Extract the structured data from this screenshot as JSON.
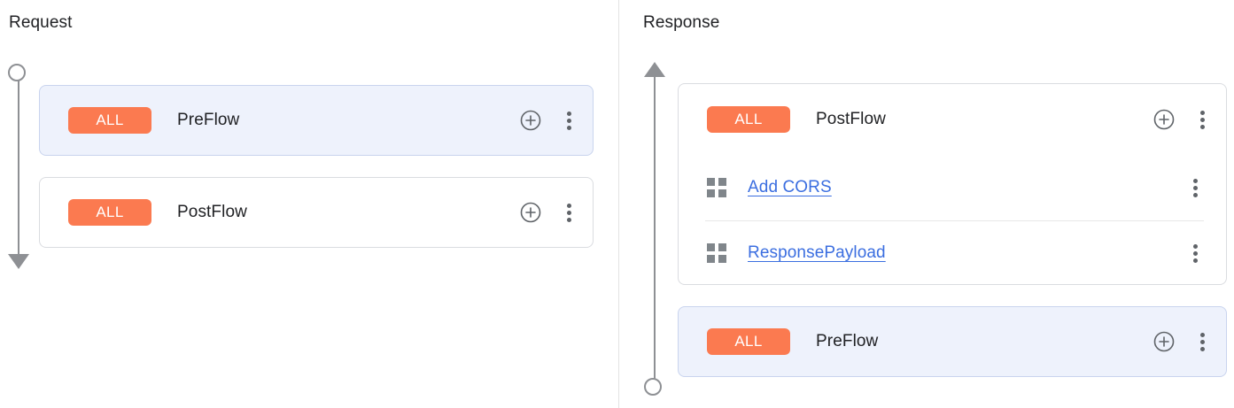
{
  "editor": {
    "panels": [
      {
        "id": "request",
        "title": "Request",
        "rail": {
          "start_icon": "circle-endpoint",
          "end_icon": "arrow-down-icon"
        },
        "cards": [
          {
            "name": "PreFlow",
            "badge": "ALL",
            "selected": true,
            "add_label": "add-policy-icon",
            "menu_label": "more-options-icon",
            "policies": []
          },
          {
            "name": "PostFlow",
            "badge": "ALL",
            "selected": false,
            "add_label": "add-policy-icon",
            "menu_label": "more-options-icon",
            "policies": []
          }
        ]
      },
      {
        "id": "response",
        "title": "Response",
        "rail": {
          "start_icon": "arrow-up-icon",
          "end_icon": "circle-endpoint"
        },
        "cards": [
          {
            "name": "PostFlow",
            "badge": "ALL",
            "selected": false,
            "add_label": "add-policy-icon",
            "menu_label": "more-options-icon",
            "policies": [
              {
                "label": "Add CORS",
                "icon": "policy-grid-icon",
                "menu": "more-options-icon"
              },
              {
                "label": "ResponsePayload",
                "icon": "policy-grid-icon",
                "menu": "more-options-icon"
              }
            ]
          },
          {
            "name": "PreFlow",
            "badge": "ALL",
            "selected": true,
            "add_label": "add-policy-icon",
            "menu_label": "more-options-icon",
            "policies": []
          }
        ]
      }
    ]
  },
  "colors": {
    "badge_background": "#fb7a50",
    "badge_text": "#ffffff",
    "selected_card_background": "#eef2fc",
    "selected_card_border": "#c9d4ee",
    "card_border": "#dadce0",
    "link": "#3b6ee0",
    "rail": "#8e9094",
    "icon": "#5f6368",
    "grid_icon": "#80868b"
  }
}
